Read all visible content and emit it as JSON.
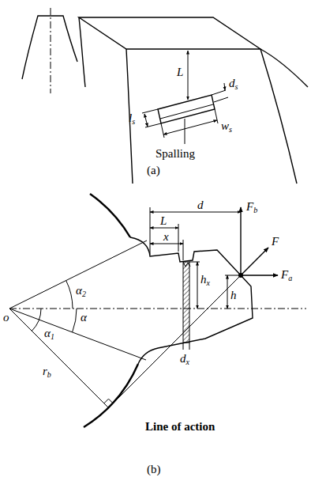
{
  "diagram": {
    "labels": [
      "L",
      "ds",
      "ls",
      "ws",
      "Spalling",
      "(a)",
      "o",
      "α2",
      "α1",
      "α",
      "rb",
      "x",
      "L",
      "d",
      "Fb",
      "F",
      "hx",
      "h",
      "Fa",
      "dx",
      "Line of action",
      "(b)"
    ]
  }
}
